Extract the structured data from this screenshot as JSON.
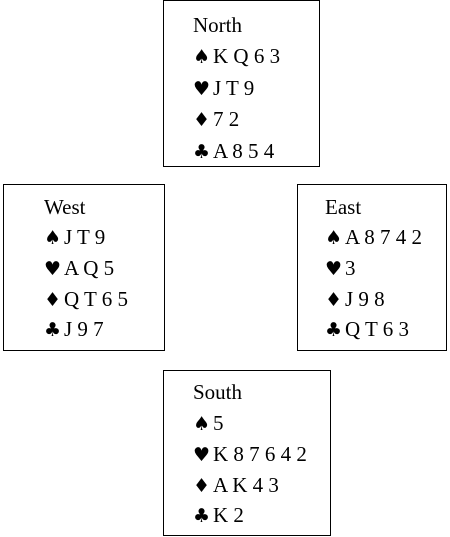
{
  "hands": {
    "north": {
      "label": "North",
      "spades": "K Q 6 3",
      "hearts": "J T 9",
      "diamonds": "7 2",
      "clubs": "A 8 5 4"
    },
    "west": {
      "label": "West",
      "spades": "J T 9",
      "hearts": "A Q 5",
      "diamonds": "Q T 6 5",
      "clubs": "J 9 7"
    },
    "east": {
      "label": "East",
      "spades": "A 8 7 4 2",
      "hearts": "3",
      "diamonds": "J 9 8",
      "clubs": "Q T 6 3"
    },
    "south": {
      "label": "South",
      "spades": "5",
      "hearts": "K 8 7 6 4 2",
      "diamonds": "A K 4 3",
      "clubs": "K 2"
    }
  },
  "suit_symbols": {
    "spades": "♠",
    "hearts": "♥",
    "diamonds": "♦",
    "clubs": "♣"
  }
}
